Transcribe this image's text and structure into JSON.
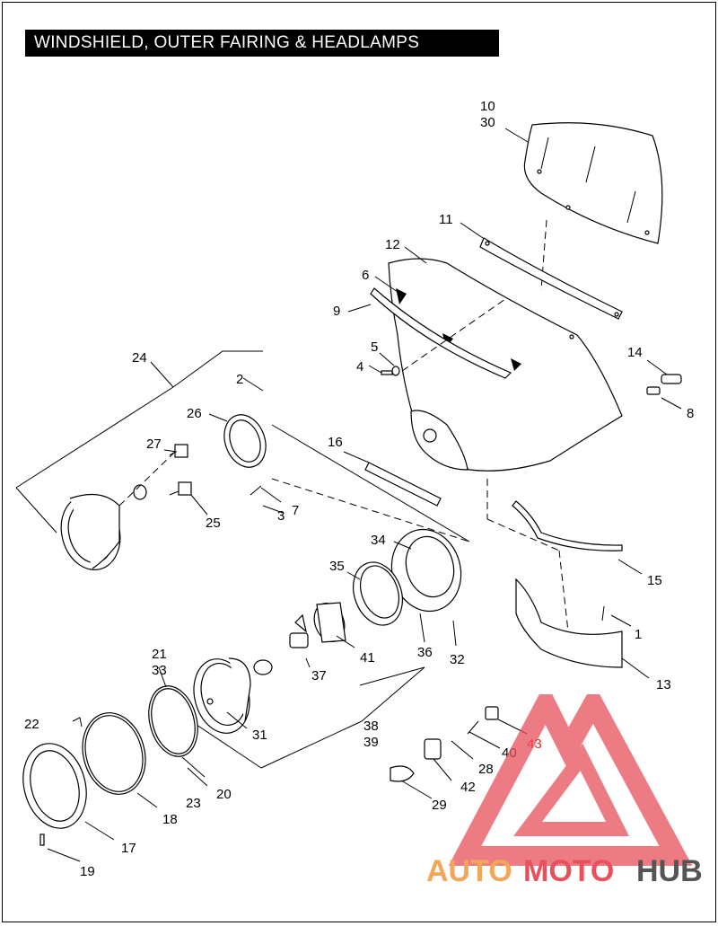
{
  "title": "WINDSHIELD, OUTER FAIRING & HEADLAMPS",
  "callouts": {
    "c1": "1",
    "c2": "2",
    "c3": "3",
    "c4": "4",
    "c5": "5",
    "c6": "6",
    "c7": "7",
    "c8": "8",
    "c9": "9",
    "c10": "10",
    "c11": "11",
    "c12": "12",
    "c13": "13",
    "c14": "14",
    "c15": "15",
    "c16": "16",
    "c17": "17",
    "c18": "18",
    "c19": "19",
    "c20": "20",
    "c21": "21",
    "c22": "22",
    "c23": "23",
    "c24": "24",
    "c25": "25",
    "c26": "26",
    "c27": "27",
    "c28": "28",
    "c29": "29",
    "c30": "30",
    "c31": "31",
    "c32": "32",
    "c33": "33",
    "c34": "34",
    "c35": "35",
    "c36": "36",
    "c37": "37",
    "c38": "38",
    "c39": "39",
    "c40": "40",
    "c41": "41",
    "c42": "42",
    "c43": "43"
  },
  "watermark": {
    "part1": "AUTO",
    "part2": "MOTO",
    "part3": "HUB"
  },
  "colors": {
    "ink": "#000000",
    "callout_accent": "#c83232",
    "wm_orange": "#f2a65a",
    "wm_red": "#e8505b",
    "wm_gray": "#555555"
  }
}
